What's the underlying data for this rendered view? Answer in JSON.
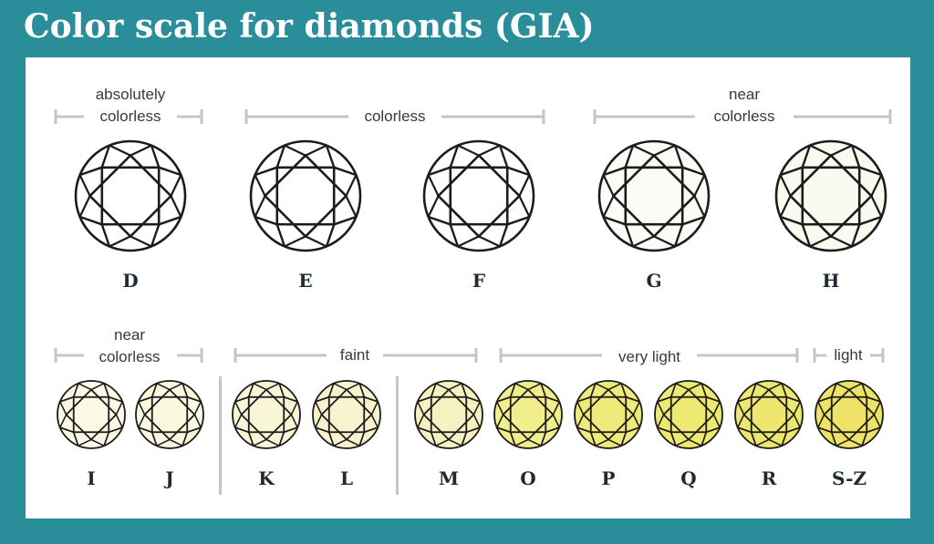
{
  "title": "Color scale for diamonds (GIA)",
  "colors": {
    "frame": "#2a8d9a",
    "bracket": "#c2c6ca",
    "outline": "#1c1c1c"
  },
  "groups": {
    "absolutely_colorless": "absolutely\ncolorless",
    "colorless": "colorless",
    "near_colorless_top": "near\ncolorless",
    "near_colorless_bottom": "near\ncolorless",
    "faint": "faint",
    "very_light": "very light",
    "light": "light"
  },
  "grades": {
    "D": {
      "label": "D",
      "fill": "#ffffff"
    },
    "E": {
      "label": "E",
      "fill": "#ffffff"
    },
    "F": {
      "label": "F",
      "fill": "#ffffff"
    },
    "G": {
      "label": "G",
      "fill": "#fbfbf8"
    },
    "H": {
      "label": "H",
      "fill": "#fbfaf1"
    },
    "I": {
      "label": "I",
      "fill": "#fbf9e6"
    },
    "J": {
      "label": "J",
      "fill": "#faf8de"
    },
    "K": {
      "label": "K",
      "fill": "#f9f6d8"
    },
    "L": {
      "label": "L",
      "fill": "#f8f3ce"
    },
    "M": {
      "label": "M",
      "fill": "#f6f1c0"
    },
    "O": {
      "label": "O",
      "fill": "#f2ee8e"
    },
    "P": {
      "label": "P",
      "fill": "#efeb7a"
    },
    "Q": {
      "label": "Q",
      "fill": "#eee971"
    },
    "R": {
      "label": "R",
      "fill": "#eee76f"
    },
    "SZ": {
      "label": "S-Z",
      "fill": "#eee366"
    }
  }
}
